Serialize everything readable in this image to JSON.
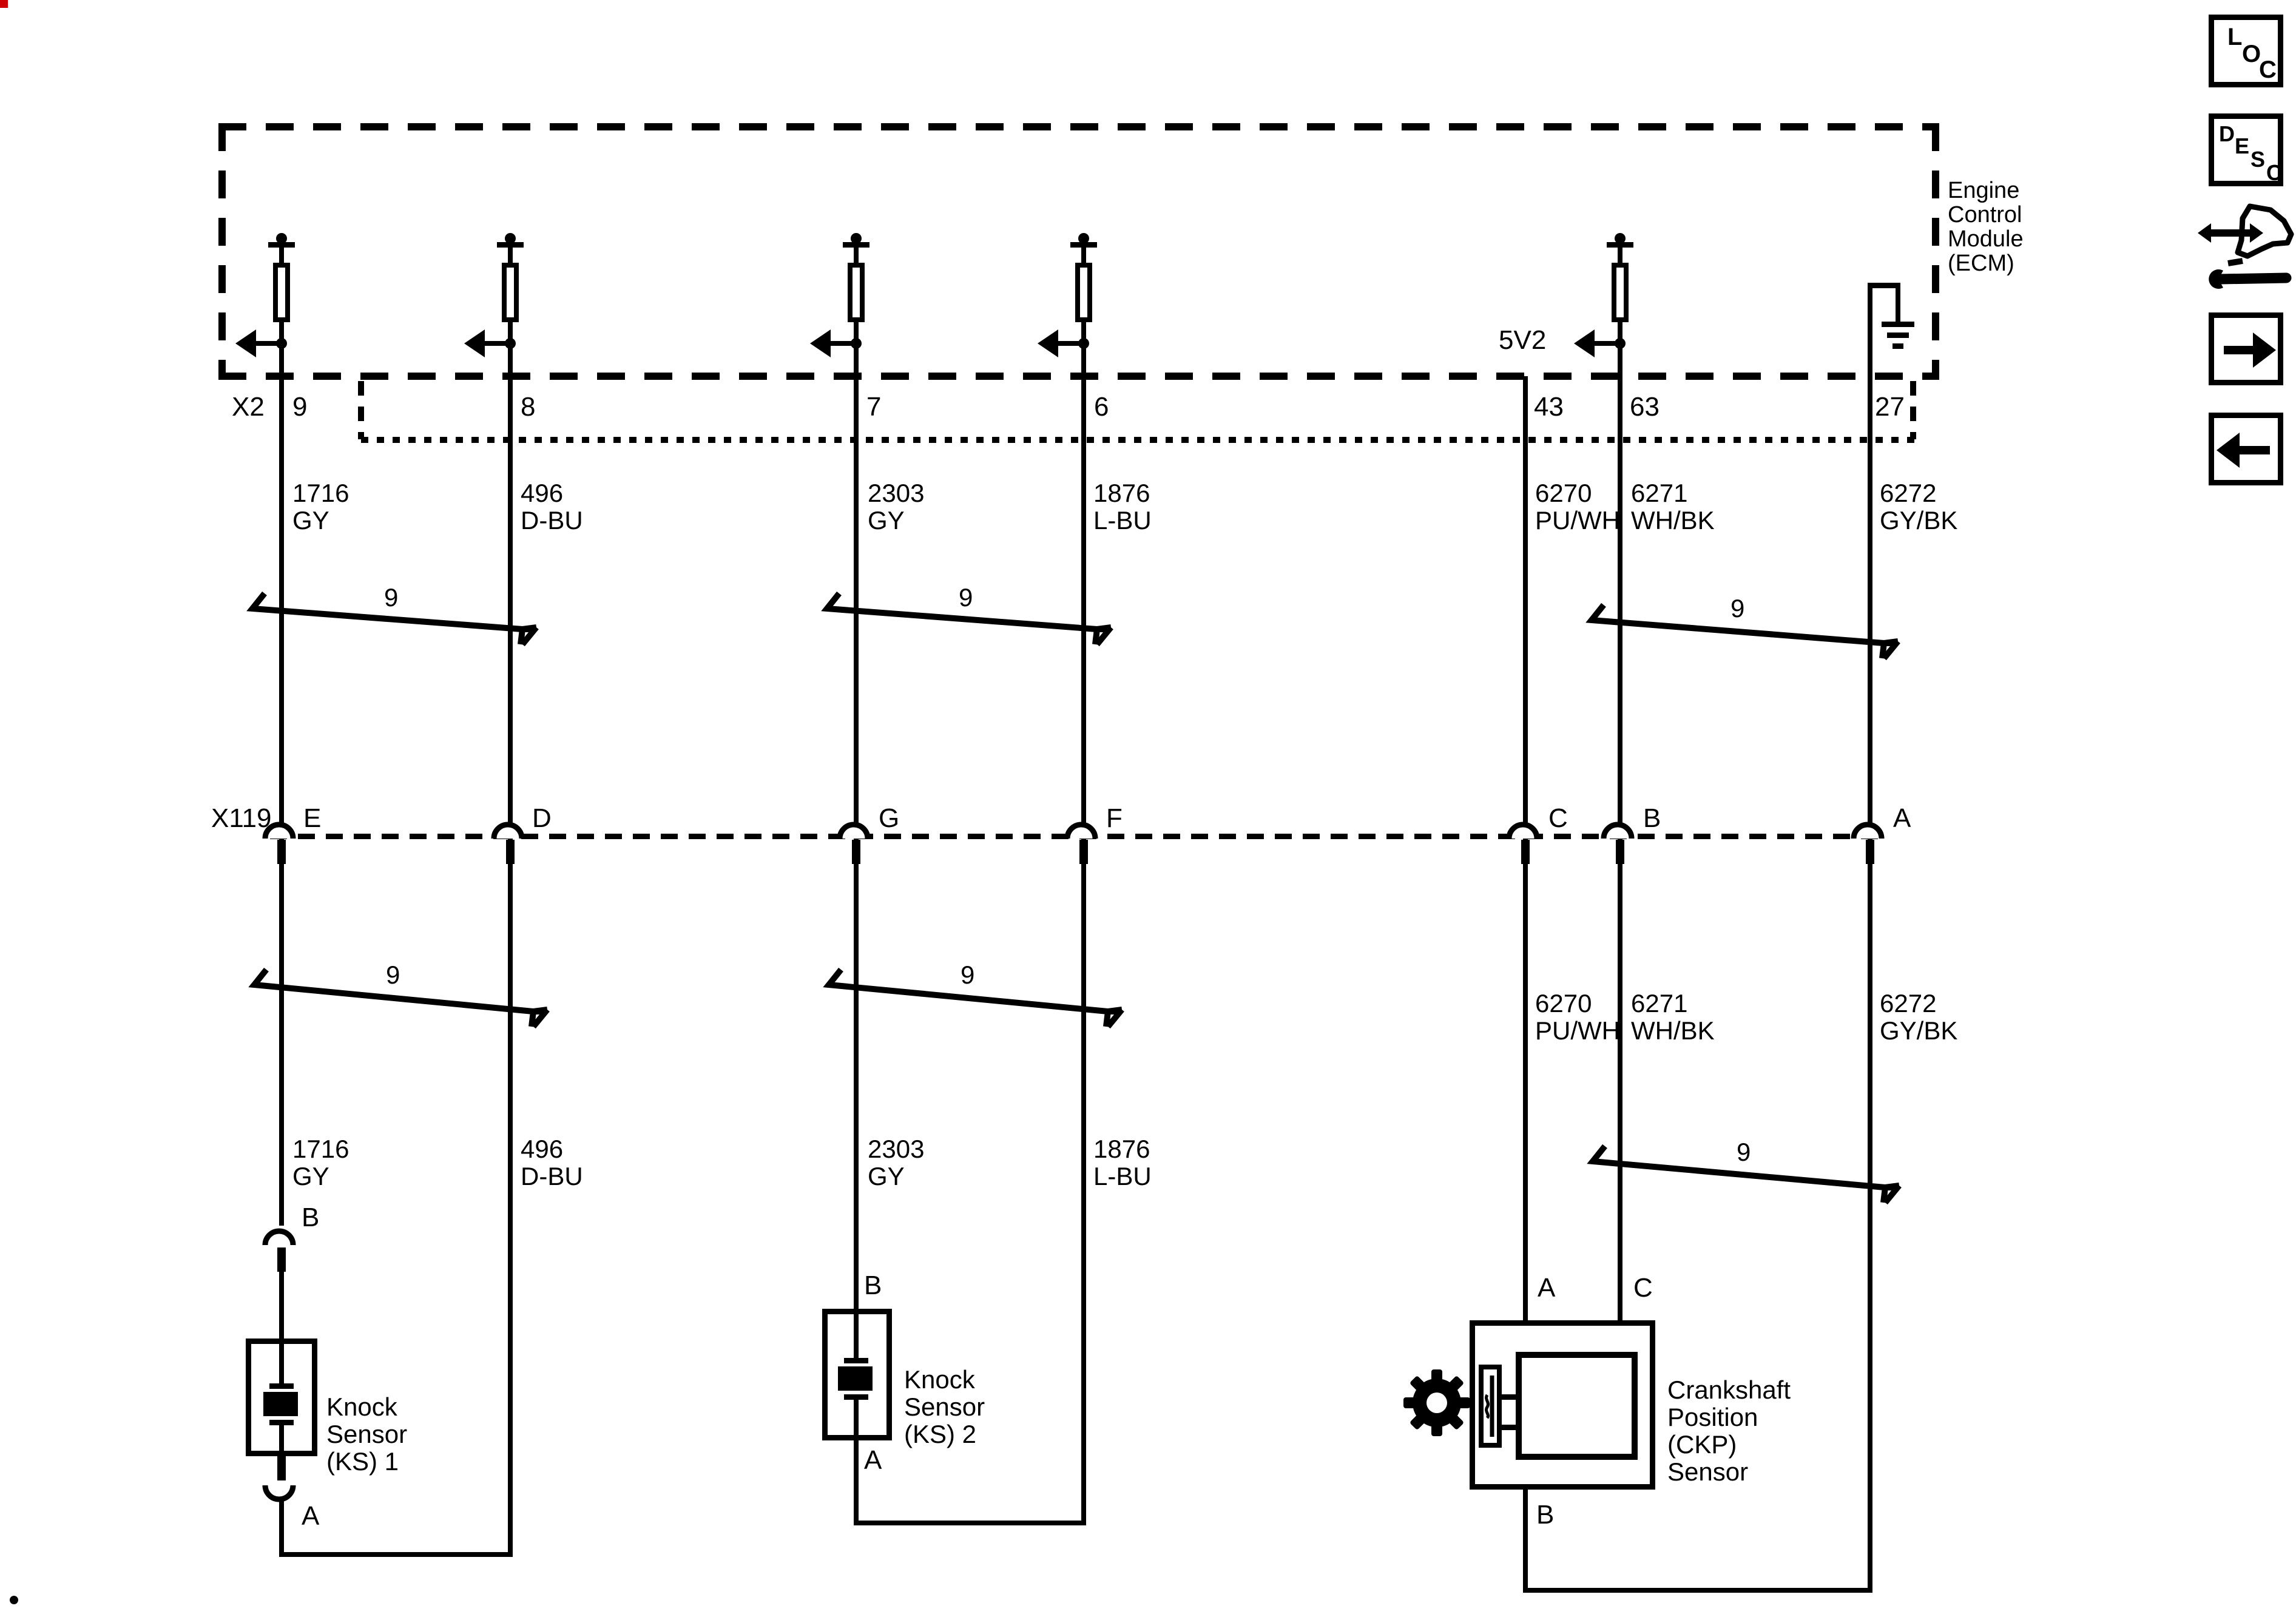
{
  "ecm": {
    "name_lines": [
      "Engine",
      "Control",
      "Module",
      "(ECM)"
    ],
    "connector_label": "X2",
    "supply_label": "5V2",
    "pins": [
      "9",
      "8",
      "7",
      "6",
      "43",
      "63",
      "27"
    ]
  },
  "x119": {
    "label": "X119",
    "pins": [
      "E",
      "D",
      "G",
      "F",
      "C",
      "B",
      "A"
    ]
  },
  "wires": [
    {
      "circuit": "1716",
      "color": "GY"
    },
    {
      "circuit": "496",
      "color": "D-BU"
    },
    {
      "circuit": "2303",
      "color": "GY"
    },
    {
      "circuit": "1876",
      "color": "L-BU"
    },
    {
      "circuit": "6270",
      "color": "PU/WH"
    },
    {
      "circuit": "6271",
      "color": "WH/BK"
    },
    {
      "circuit": "6272",
      "color": "GY/BK"
    }
  ],
  "twist": {
    "label": "9"
  },
  "ks1": {
    "name_lines": [
      "Knock",
      "Sensor",
      "(KS) 1"
    ],
    "pin_top": "B",
    "pin_bottom": "A"
  },
  "ks2": {
    "name_lines": [
      "Knock",
      "Sensor",
      "(KS) 2"
    ],
    "pin_top": "B",
    "pin_bottom": "A"
  },
  "ckp": {
    "name_lines": [
      "Crankshaft",
      "Position",
      "(CKP)",
      "Sensor"
    ],
    "pin_left": "A",
    "pin_right": "C",
    "pin_bottom": "B"
  },
  "sidebar": {
    "loc": [
      "L",
      "O",
      "C"
    ],
    "desc": [
      "D",
      "E",
      "S",
      "C"
    ]
  },
  "marks": {
    "corner_color": "#cc0000"
  }
}
